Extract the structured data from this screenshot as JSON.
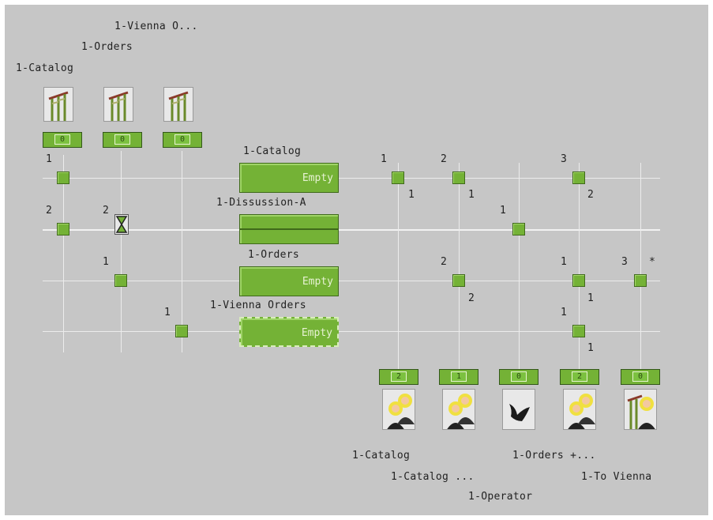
{
  "top_labels": [
    "1-Vienna O...",
    "1-Orders",
    "1-Catalog"
  ],
  "top_icons": [
    {
      "icon": "catalog-process-icon",
      "count": "0"
    },
    {
      "icon": "catalog-process-icon",
      "count": "0"
    },
    {
      "icon": "catalog-process-icon",
      "count": "0"
    }
  ],
  "buffers": [
    {
      "title": "1-Catalog",
      "value": "Empty"
    },
    {
      "title": "1-Dissussion-A",
      "value": ""
    },
    {
      "title": "1-Orders",
      "value": "Empty"
    },
    {
      "title": "1-Vienna Orders",
      "value": "Empty"
    }
  ],
  "row_numbers": {
    "r1": [
      "1",
      "1",
      "1",
      "2",
      "1",
      "3",
      "2"
    ],
    "r2": [
      "2",
      "2",
      "1"
    ],
    "r3": [
      "1",
      "2",
      "2",
      "1",
      "1",
      "3",
      "*"
    ],
    "r4": [
      "1",
      "1",
      "1"
    ]
  },
  "bottom_icons": [
    {
      "icon": "operators-icon",
      "count": "2"
    },
    {
      "icon": "operators-icon",
      "count": "1"
    },
    {
      "icon": "fish-tail-icon",
      "count": "0"
    },
    {
      "icon": "operators-icon",
      "count": "2"
    },
    {
      "icon": "catalog-operator-icon",
      "count": "0"
    }
  ],
  "bottom_labels": [
    "1-Catalog",
    "1-Orders +...",
    "1-Catalog ...",
    "1-To Vienna",
    "1-Operator"
  ]
}
